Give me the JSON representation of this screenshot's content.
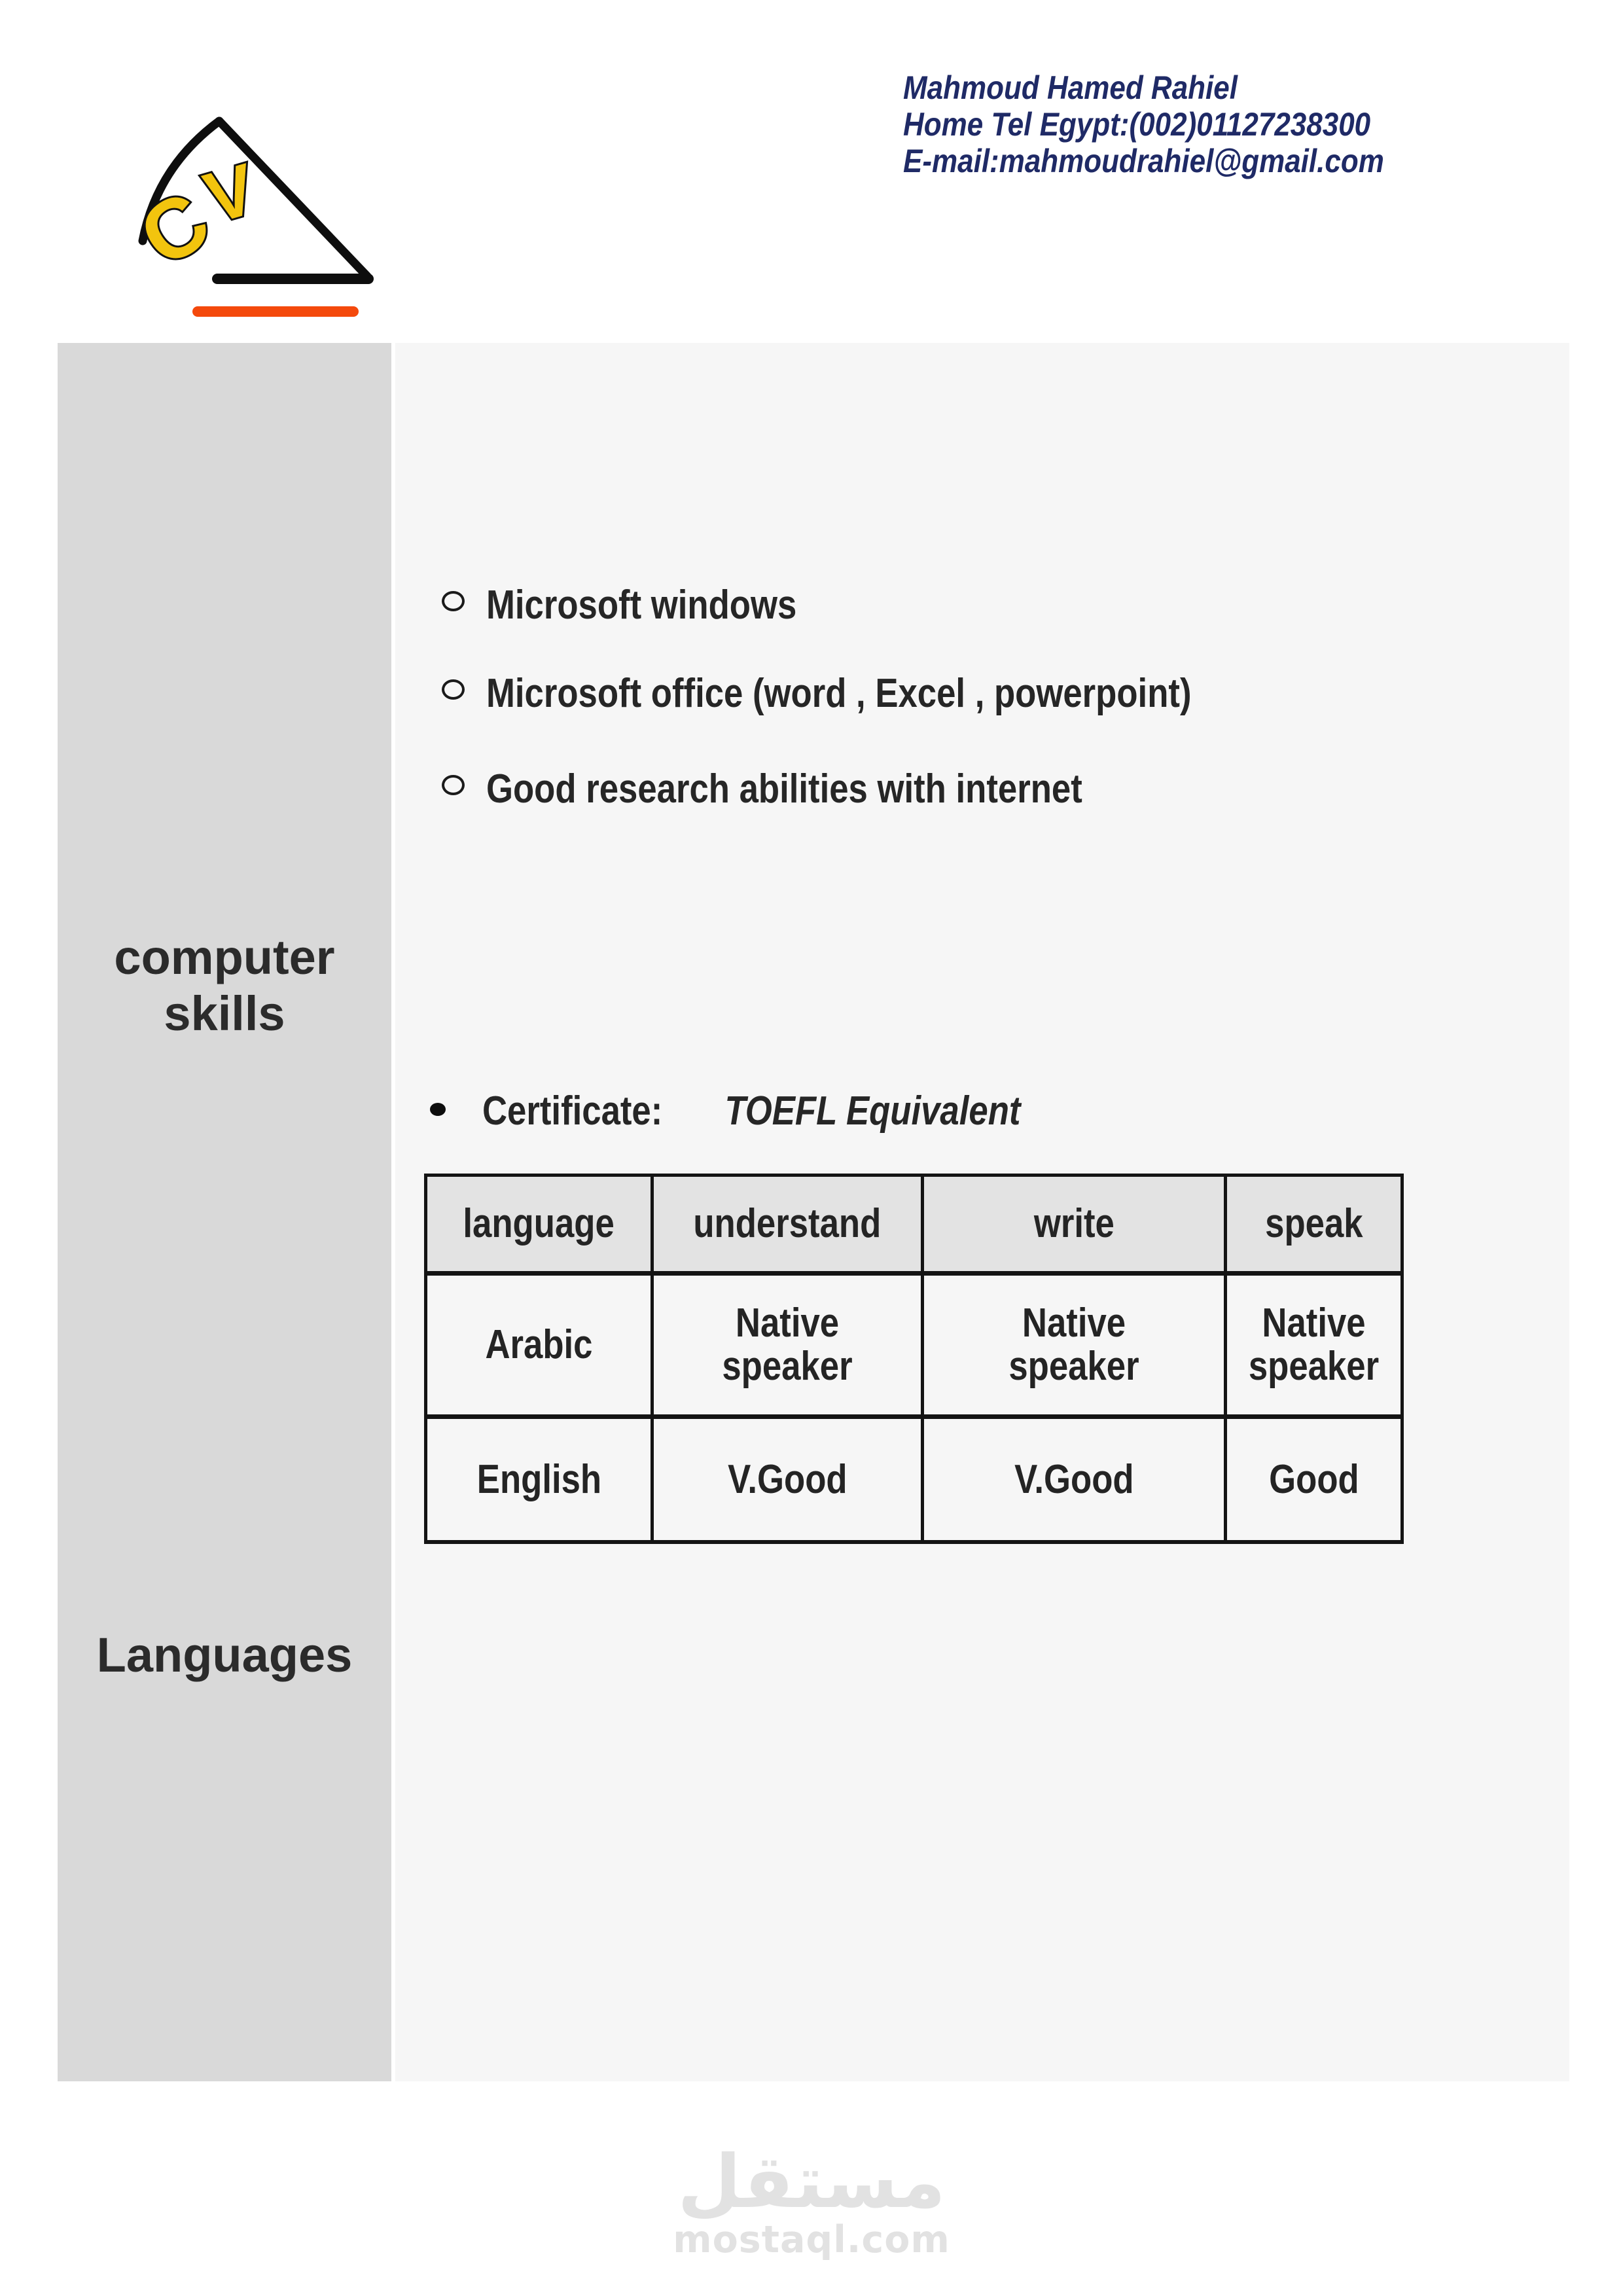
{
  "header": {
    "logo": {
      "letter_c": "C",
      "letter_v": "V"
    },
    "contact": {
      "name": "Mahmoud Hamed Rahiel",
      "phone": "Home Tel Egypt:(002)01127238300",
      "email": "E-mail:mahmoudrahiel@gmail.com"
    }
  },
  "sidebar": {
    "computer_skills_label": {
      "line1": "computer",
      "line2": "skills"
    },
    "languages_label": "Languages"
  },
  "main": {
    "skills_bullets": [
      "Microsoft windows",
      "Microsoft office (word , Excel , powerpoint)",
      "Good research abilities with internet"
    ],
    "certificate": {
      "label": "Certificate:",
      "value": "TOEFL Equivalent"
    },
    "languages_table": {
      "headers": [
        "language",
        "understand",
        "write",
        "speak"
      ],
      "rows": [
        [
          "Arabic",
          "Native speaker",
          "Native speaker",
          "Native speaker"
        ],
        [
          "English",
          "V.Good",
          "V.Good",
          "Good"
        ]
      ]
    }
  },
  "footer": {
    "watermark_logo": "مستقل",
    "watermark_domain": "mostaql.com"
  },
  "colors": {
    "accent_orange": "#f4490c",
    "logo_yellow": "#f2c40e",
    "contact_navy": "#1f2a66",
    "sidebar_gray": "#d9d9d9",
    "content_gray": "#f6f6f6",
    "table_header_gray": "#e3e3e3"
  }
}
